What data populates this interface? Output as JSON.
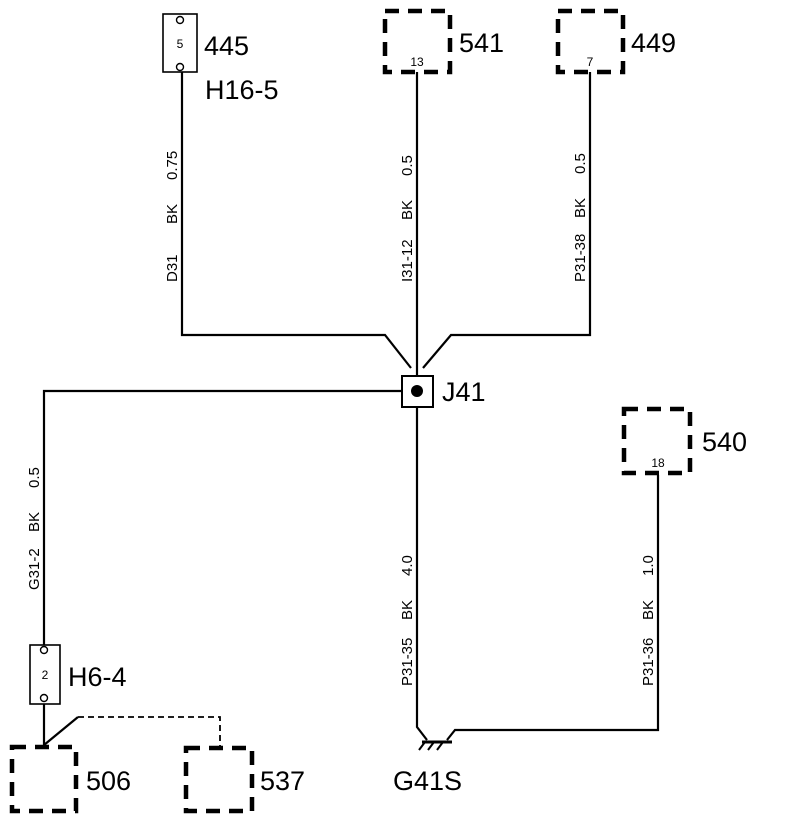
{
  "connectors": {
    "c445": {
      "pin": "5",
      "id": "445",
      "location": "H16-5"
    },
    "c541": {
      "pin": "13",
      "id": "541"
    },
    "c449": {
      "pin": "7",
      "id": "449"
    },
    "c540": {
      "pin": "18",
      "id": "540"
    },
    "h64": {
      "pin": "2",
      "location": "H6-4"
    },
    "c506": {
      "id": "506"
    },
    "c537": {
      "id": "537"
    }
  },
  "splice": {
    "id": "J41"
  },
  "ground": {
    "id": "G41S"
  },
  "wires": {
    "w445": {
      "circuit": "D31",
      "color": "BK",
      "gauge": "0.75"
    },
    "w541": {
      "circuit": "I31-12",
      "color": "BK",
      "gauge": "0.5"
    },
    "w449": {
      "circuit": "P31-38",
      "color": "BK",
      "gauge": "0.5"
    },
    "wH64": {
      "circuit": "G31-2",
      "color": "BK",
      "gauge": "0.5"
    },
    "wGround": {
      "circuit": "P31-35",
      "color": "BK",
      "gauge": "4.0"
    },
    "w540": {
      "circuit": "P31-36",
      "color": "BK",
      "gauge": "1.0"
    }
  }
}
